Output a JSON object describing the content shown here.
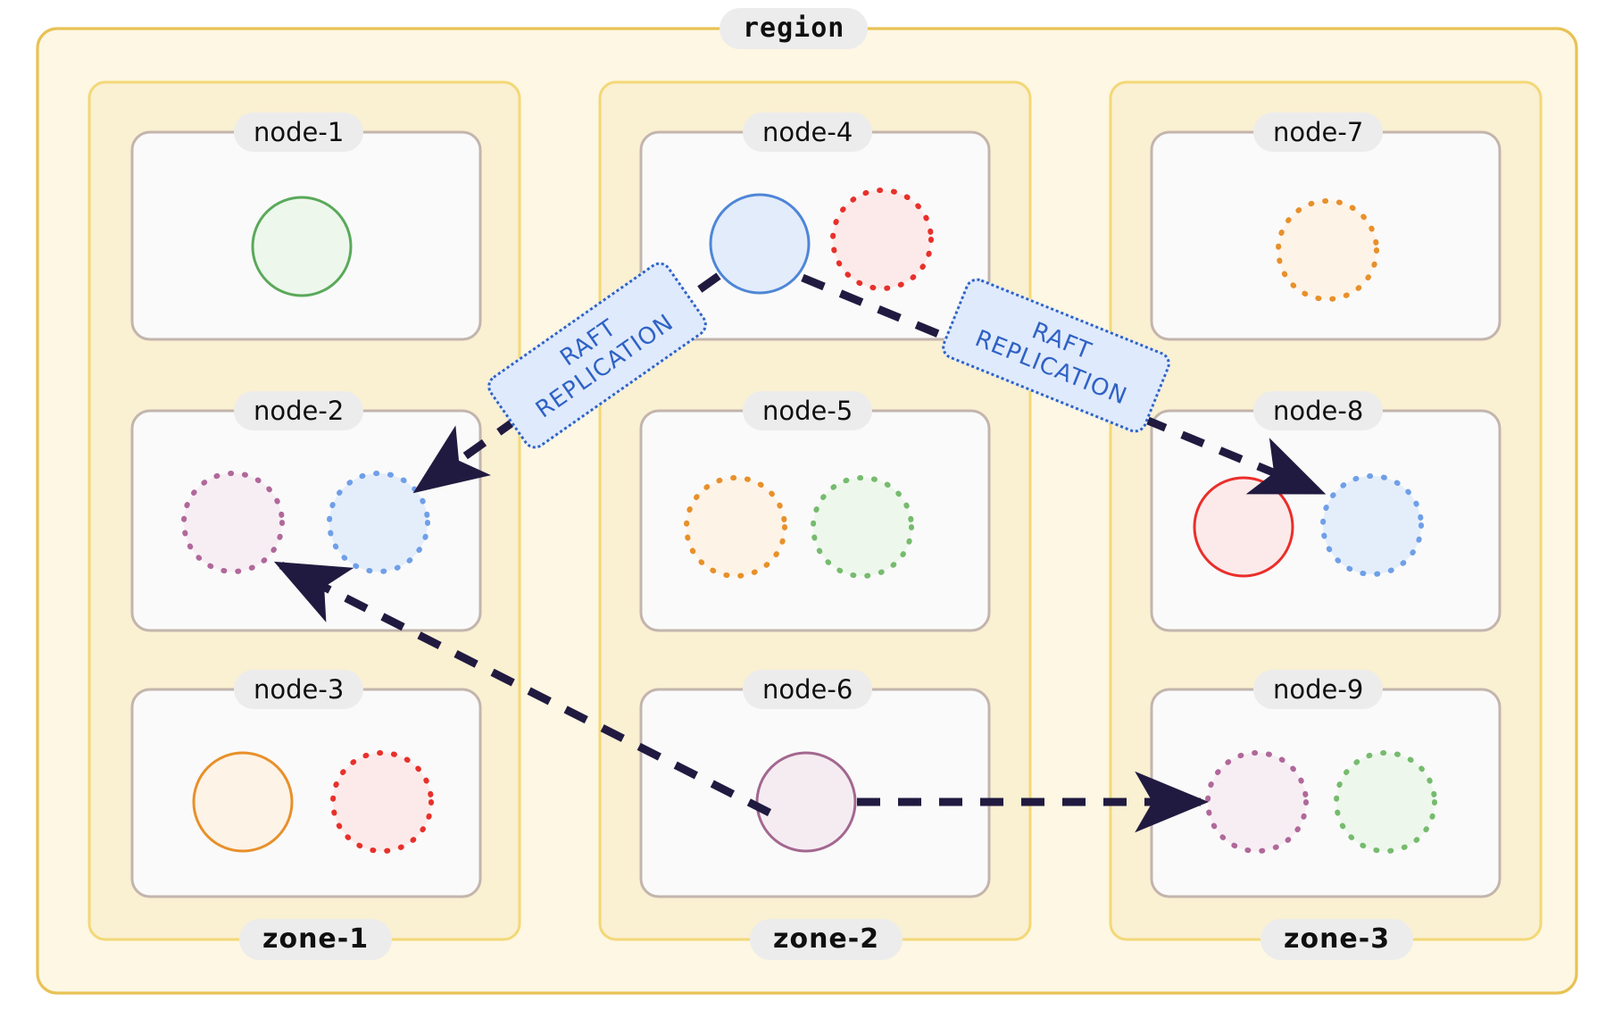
{
  "diagram": {
    "type": "architecture-topology",
    "title": "region",
    "region": {
      "label": "region",
      "border_color": "#e8c255",
      "fill_color": "#fdf7e3"
    },
    "zones": [
      {
        "label": "zone-1",
        "border_color": "#f3d877",
        "fill_color": "#faf0d2"
      },
      {
        "label": "zone-2",
        "border_color": "#f3d877",
        "fill_color": "#faf0d2"
      },
      {
        "label": "zone-3",
        "border_color": "#f3d877",
        "fill_color": "#faf0d2"
      }
    ],
    "nodes": [
      {
        "label": "node-1",
        "zone": "zone-1",
        "shards": [
          {
            "color": "#5aa95a",
            "fill": "#edf7ec",
            "style": "solid"
          }
        ]
      },
      {
        "label": "node-2",
        "zone": "zone-1",
        "shards": [
          {
            "color": "#b0689a",
            "fill": "#f7eef4",
            "style": "dotted"
          },
          {
            "color": "#6f9fe8",
            "fill": "#e4eefb",
            "style": "dotted"
          }
        ]
      },
      {
        "label": "node-3",
        "zone": "zone-1",
        "shards": [
          {
            "color": "#e8902a",
            "fill": "#fdf3e7",
            "style": "solid"
          },
          {
            "color": "#e8302a",
            "fill": "#fceaea",
            "style": "dotted"
          }
        ]
      },
      {
        "label": "node-4",
        "zone": "zone-2",
        "shards": [
          {
            "color": "#4e86d6",
            "fill": "#e2ecfb",
            "style": "solid"
          },
          {
            "color": "#e8302a",
            "fill": "#fceaea",
            "style": "dotted"
          }
        ]
      },
      {
        "label": "node-5",
        "zone": "zone-2",
        "shards": [
          {
            "color": "#e8902a",
            "fill": "#fdf3e7",
            "style": "dotted"
          },
          {
            "color": "#76bb6e",
            "fill": "#eef7ec",
            "style": "dotted"
          }
        ]
      },
      {
        "label": "node-6",
        "zone": "zone-2",
        "shards": [
          {
            "color": "#a3678f",
            "fill": "#f5ecf2",
            "style": "solid"
          }
        ]
      },
      {
        "label": "node-7",
        "zone": "zone-3",
        "shards": [
          {
            "color": "#e8902a",
            "fill": "#fdf3e7",
            "style": "dotted"
          }
        ]
      },
      {
        "label": "node-8",
        "zone": "zone-3",
        "shards": [
          {
            "color": "#ea2e2a",
            "fill": "#fceaea",
            "style": "solid"
          },
          {
            "color": "#6f9fe8",
            "fill": "#e4eefb",
            "style": "dotted"
          }
        ]
      },
      {
        "label": "node-9",
        "zone": "zone-3",
        "shards": [
          {
            "color": "#b0689a",
            "fill": "#f7eef4",
            "style": "dotted"
          },
          {
            "color": "#76bb6e",
            "fill": "#eef7ec",
            "style": "dotted"
          }
        ]
      }
    ],
    "edges": [
      {
        "from": "node-4",
        "to": "node-2",
        "label": "RAFT REPLICATION",
        "style": "dashed",
        "color": "#211a40"
      },
      {
        "from": "node-4",
        "to": "node-8",
        "label": "RAFT REPLICATION",
        "style": "dashed",
        "color": "#211a40"
      },
      {
        "from": "node-6",
        "to": "node-2",
        "label": "",
        "style": "dashed",
        "color": "#211a40"
      },
      {
        "from": "node-6",
        "to": "node-9",
        "label": "",
        "style": "dashed",
        "color": "#211a40"
      }
    ],
    "edge_labels": [
      {
        "line1": "RAFT",
        "line2": "REPLICATION"
      },
      {
        "line1": "RAFT",
        "line2": "REPLICATION"
      }
    ],
    "colors": {
      "arrow": "#211a40",
      "replication_label_text": "#2f62c4",
      "replication_label_fill": "#dfeafc",
      "replication_label_border": "#2f62c4",
      "node_card_fill": "#fafafa",
      "node_card_border": "#c3b5ad",
      "pill_fill": "#ececec",
      "pill_text": "#101010"
    }
  }
}
